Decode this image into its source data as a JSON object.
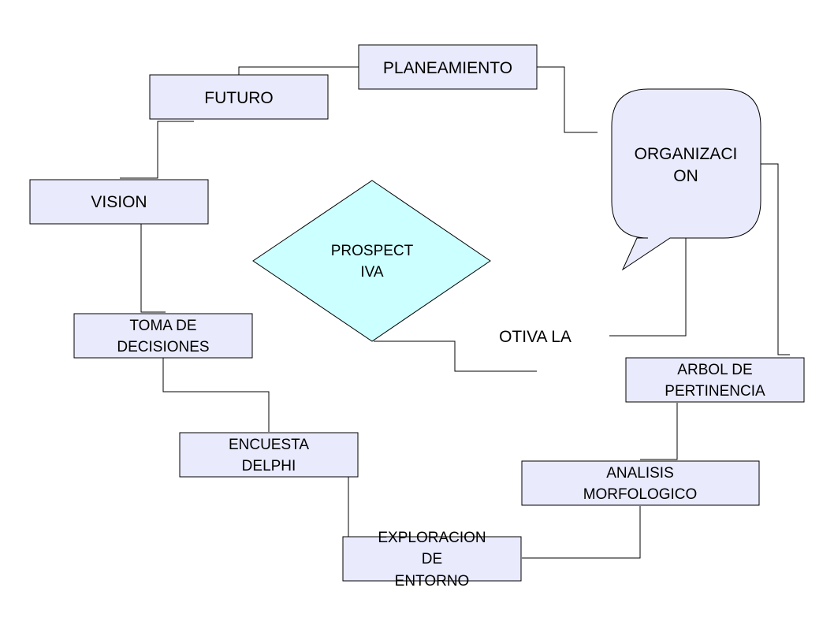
{
  "colors": {
    "box_fill": "#e9eafb",
    "diamond_fill": "#ccffff",
    "line": "#000000"
  },
  "nodes": {
    "planeamiento": "PLANEAMIENTO",
    "futuro": "FUTURO",
    "vision": "VISION",
    "toma_line1": "TOMA DE",
    "toma_line2": "DECISIONES",
    "encuesta_line1": "ENCUESTA",
    "encuesta_line2": "DELPHI",
    "exploracion_line1": "EXPLORACION",
    "exploracion_line2": "DE",
    "exploracion_line3": "ENTORNO",
    "analisis_line1": "ANALISIS",
    "analisis_line2": "MORFOLOGICO",
    "arbol_line1": "ARBOL DE",
    "arbol_line2": "PERTINENCIA",
    "organizacion_line1": "ORGANIZACI",
    "organizacion_line2": "ON",
    "prospectiva_line1": "PROSPECT",
    "prospectiva_line2": "IVA"
  },
  "floating_text": "OTIVA LA"
}
